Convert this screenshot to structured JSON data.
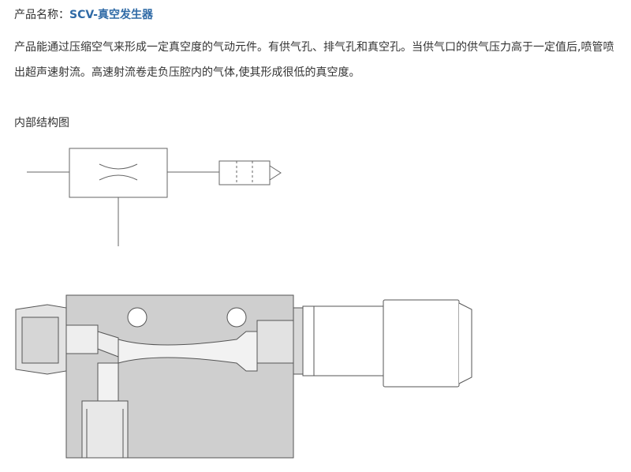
{
  "product": {
    "name_label": "产品名称：",
    "name_value": "SCV-真空发生器"
  },
  "description": "产品能通过压缩空气来形成一定真空度的气动元件。有供气孔、排气孔和真空孔。当供气口的供气压力高于一定值后,喷管喷出超声速射流。高速射流卷走负压腔内的气体,使其形成很低的真空度。",
  "section": {
    "structure_label": "内部结构图"
  }
}
